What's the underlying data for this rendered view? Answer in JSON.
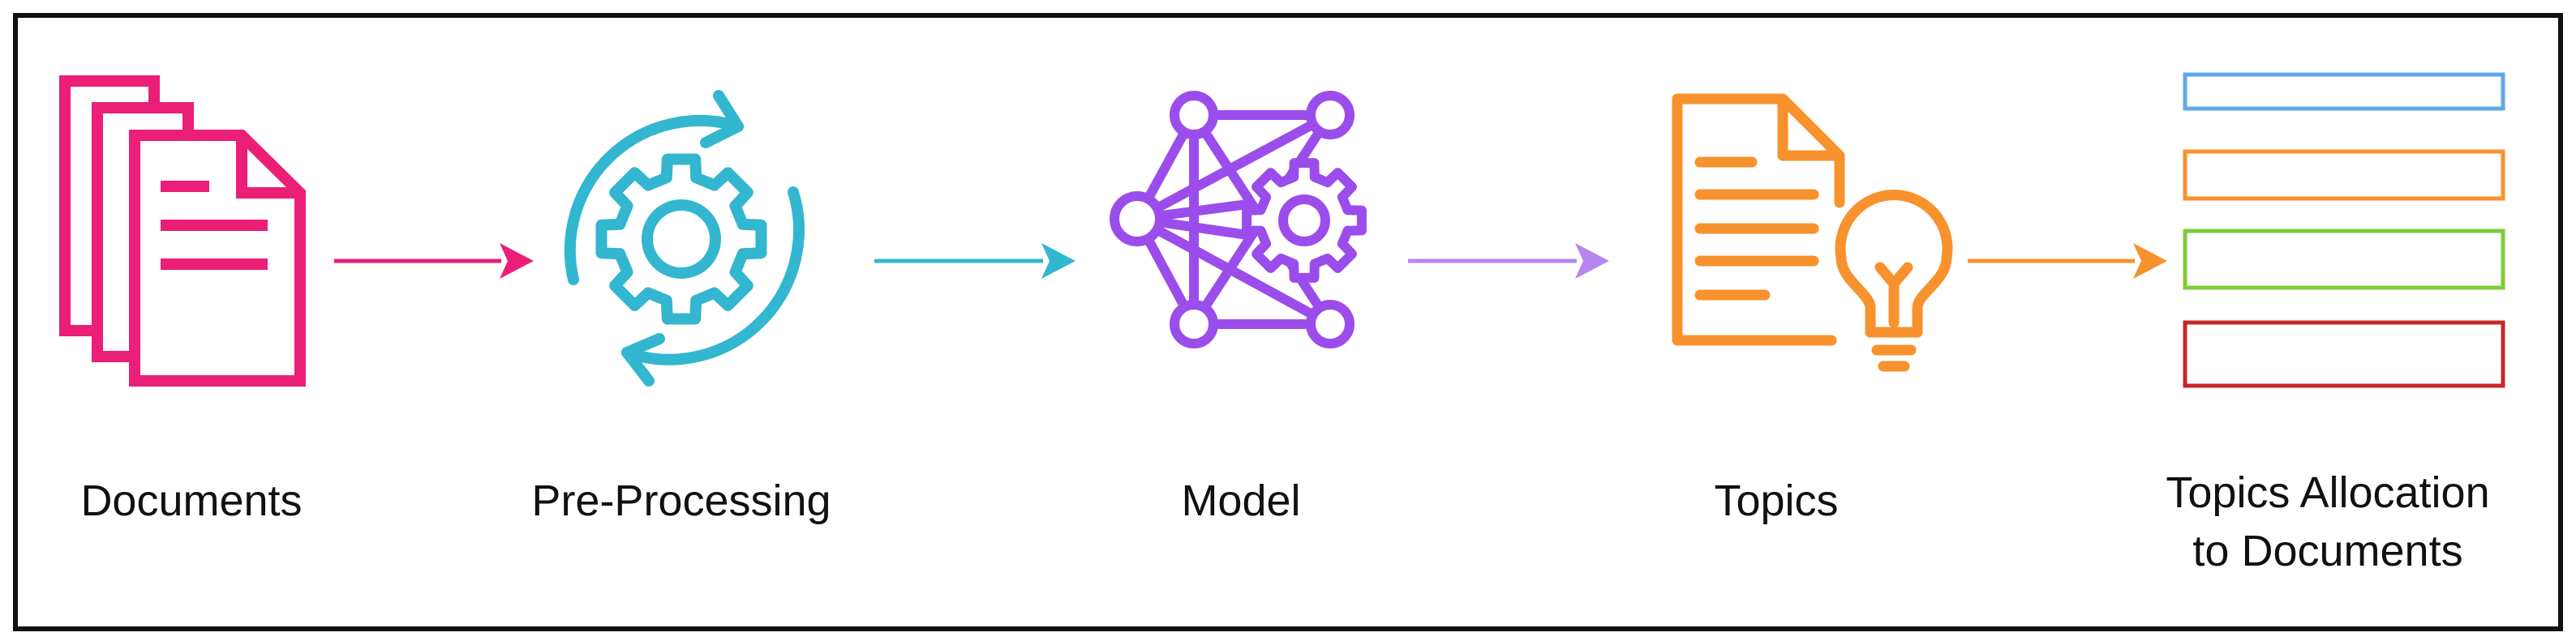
{
  "colors": {
    "documents": "#EB1E78",
    "preprocessing": "#33B6CF",
    "model": "#9B4DEB",
    "model_arrow": "#B585F0",
    "topics": "#F7922E",
    "allocation_topic_1": "#5FA8E8",
    "allocation_topic_2": "#F7922E",
    "allocation_topic_3": "#7FCC3A",
    "allocation_topic_4": "#C62828"
  },
  "stages": [
    {
      "label": "Documents",
      "icon": "documents-icon"
    },
    {
      "label": "Pre-Processing",
      "icon": "gear-cycle-icon"
    },
    {
      "label": "Model",
      "icon": "network-gear-icon"
    },
    {
      "label": "Topics",
      "icon": "document-lightbulb-icon"
    },
    {
      "label": "Topics Allocation\nto Documents",
      "icon": "topic-bars-icon"
    }
  ]
}
